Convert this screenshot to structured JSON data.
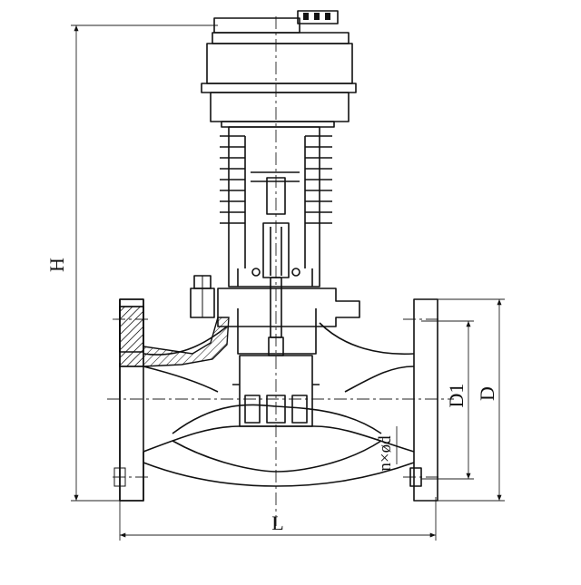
{
  "dimensions": {
    "height_label": "H",
    "length_label": "L",
    "flange_od_label": "D",
    "bolt_circle_label": "D1",
    "bolt_holes_label": "n×ød"
  },
  "colors": {
    "line": "#111111",
    "background": "#ffffff",
    "hatch": "#111111"
  }
}
